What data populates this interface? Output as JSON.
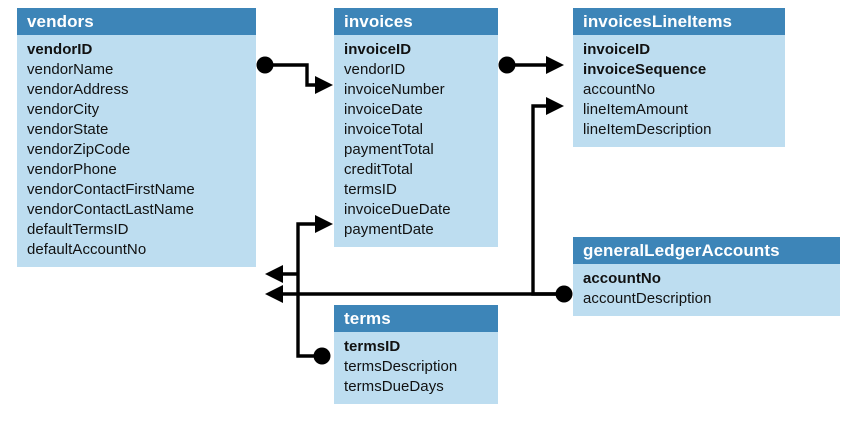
{
  "diagram": {
    "title": "Database schema diagram",
    "type": "entity-relationship-diagram",
    "colors": {
      "header_background": "#3d85b8",
      "header_text": "#ffffff",
      "body_background": "#bdddf0",
      "field_text": "#111111",
      "connector": "#000000",
      "page_background": "#ffffff"
    }
  },
  "entities": [
    {
      "id": "vendors",
      "name": "vendors",
      "fields": [
        {
          "name": "vendorID",
          "key": true
        },
        {
          "name": "vendorName",
          "key": false
        },
        {
          "name": "vendorAddress",
          "key": false
        },
        {
          "name": "vendorCity",
          "key": false
        },
        {
          "name": "vendorState",
          "key": false
        },
        {
          "name": "vendorZipCode",
          "key": false
        },
        {
          "name": "vendorPhone",
          "key": false
        },
        {
          "name": "vendorContactFirstName",
          "key": false
        },
        {
          "name": "vendorContactLastName",
          "key": false
        },
        {
          "name": "defaultTermsID",
          "key": false
        },
        {
          "name": "defaultAccountNo",
          "key": false
        }
      ]
    },
    {
      "id": "invoices",
      "name": "invoices",
      "fields": [
        {
          "name": "invoiceID",
          "key": true
        },
        {
          "name": "vendorID",
          "key": false
        },
        {
          "name": "invoiceNumber",
          "key": false
        },
        {
          "name": "invoiceDate",
          "key": false
        },
        {
          "name": "invoiceTotal",
          "key": false
        },
        {
          "name": "paymentTotal",
          "key": false
        },
        {
          "name": "creditTotal",
          "key": false
        },
        {
          "name": "termsID",
          "key": false
        },
        {
          "name": "invoiceDueDate",
          "key": false
        },
        {
          "name": "paymentDate",
          "key": false
        }
      ]
    },
    {
      "id": "invoicesLineItems",
      "name": "invoicesLineItems",
      "fields": [
        {
          "name": "invoiceID",
          "key": true
        },
        {
          "name": "invoiceSequence",
          "key": true
        },
        {
          "name": "accountNo",
          "key": false
        },
        {
          "name": "lineItemAmount",
          "key": false
        },
        {
          "name": "lineItemDescription",
          "key": false
        }
      ]
    },
    {
      "id": "generalLedgerAccounts",
      "name": "generalLedgerAccounts",
      "fields": [
        {
          "name": "accountNo",
          "key": true
        },
        {
          "name": "accountDescription",
          "key": false
        }
      ]
    },
    {
      "id": "terms",
      "name": "terms",
      "fields": [
        {
          "name": "termsID",
          "key": true
        },
        {
          "name": "termsDescription",
          "key": false
        },
        {
          "name": "termsDueDays",
          "key": false
        }
      ]
    }
  ],
  "relationships": [
    {
      "id": "vendors-invoices",
      "from_entity": "vendors",
      "from_field": "vendorID",
      "to_entity": "invoices",
      "to_field": "vendorID",
      "from_marker": "circle",
      "to_marker": "arrow"
    },
    {
      "id": "invoices-invoicesLineItems",
      "from_entity": "invoices",
      "from_field": "invoiceID",
      "to_entity": "invoicesLineItems",
      "to_field": "invoiceID",
      "from_marker": "circle",
      "to_marker": "arrow"
    },
    {
      "id": "generalLedgerAccounts-invoicesLineItems",
      "from_entity": "generalLedgerAccounts",
      "from_field": "accountNo",
      "to_entity": "invoicesLineItems",
      "to_field": "accountNo",
      "from_marker": "circle",
      "to_marker": "arrow"
    },
    {
      "id": "generalLedgerAccounts-vendors",
      "from_entity": "generalLedgerAccounts",
      "from_field": "accountNo",
      "to_entity": "vendors",
      "to_field": "defaultAccountNo",
      "from_marker": "circle",
      "to_marker": "arrow"
    },
    {
      "id": "terms-invoices",
      "from_entity": "terms",
      "from_field": "termsID",
      "to_entity": "invoices",
      "to_field": "termsID",
      "from_marker": "circle",
      "to_marker": "arrow"
    },
    {
      "id": "terms-vendors",
      "from_entity": "terms",
      "from_field": "termsID",
      "to_entity": "vendors",
      "to_field": "defaultTermsID",
      "from_marker": "circle",
      "to_marker": "arrow"
    }
  ]
}
